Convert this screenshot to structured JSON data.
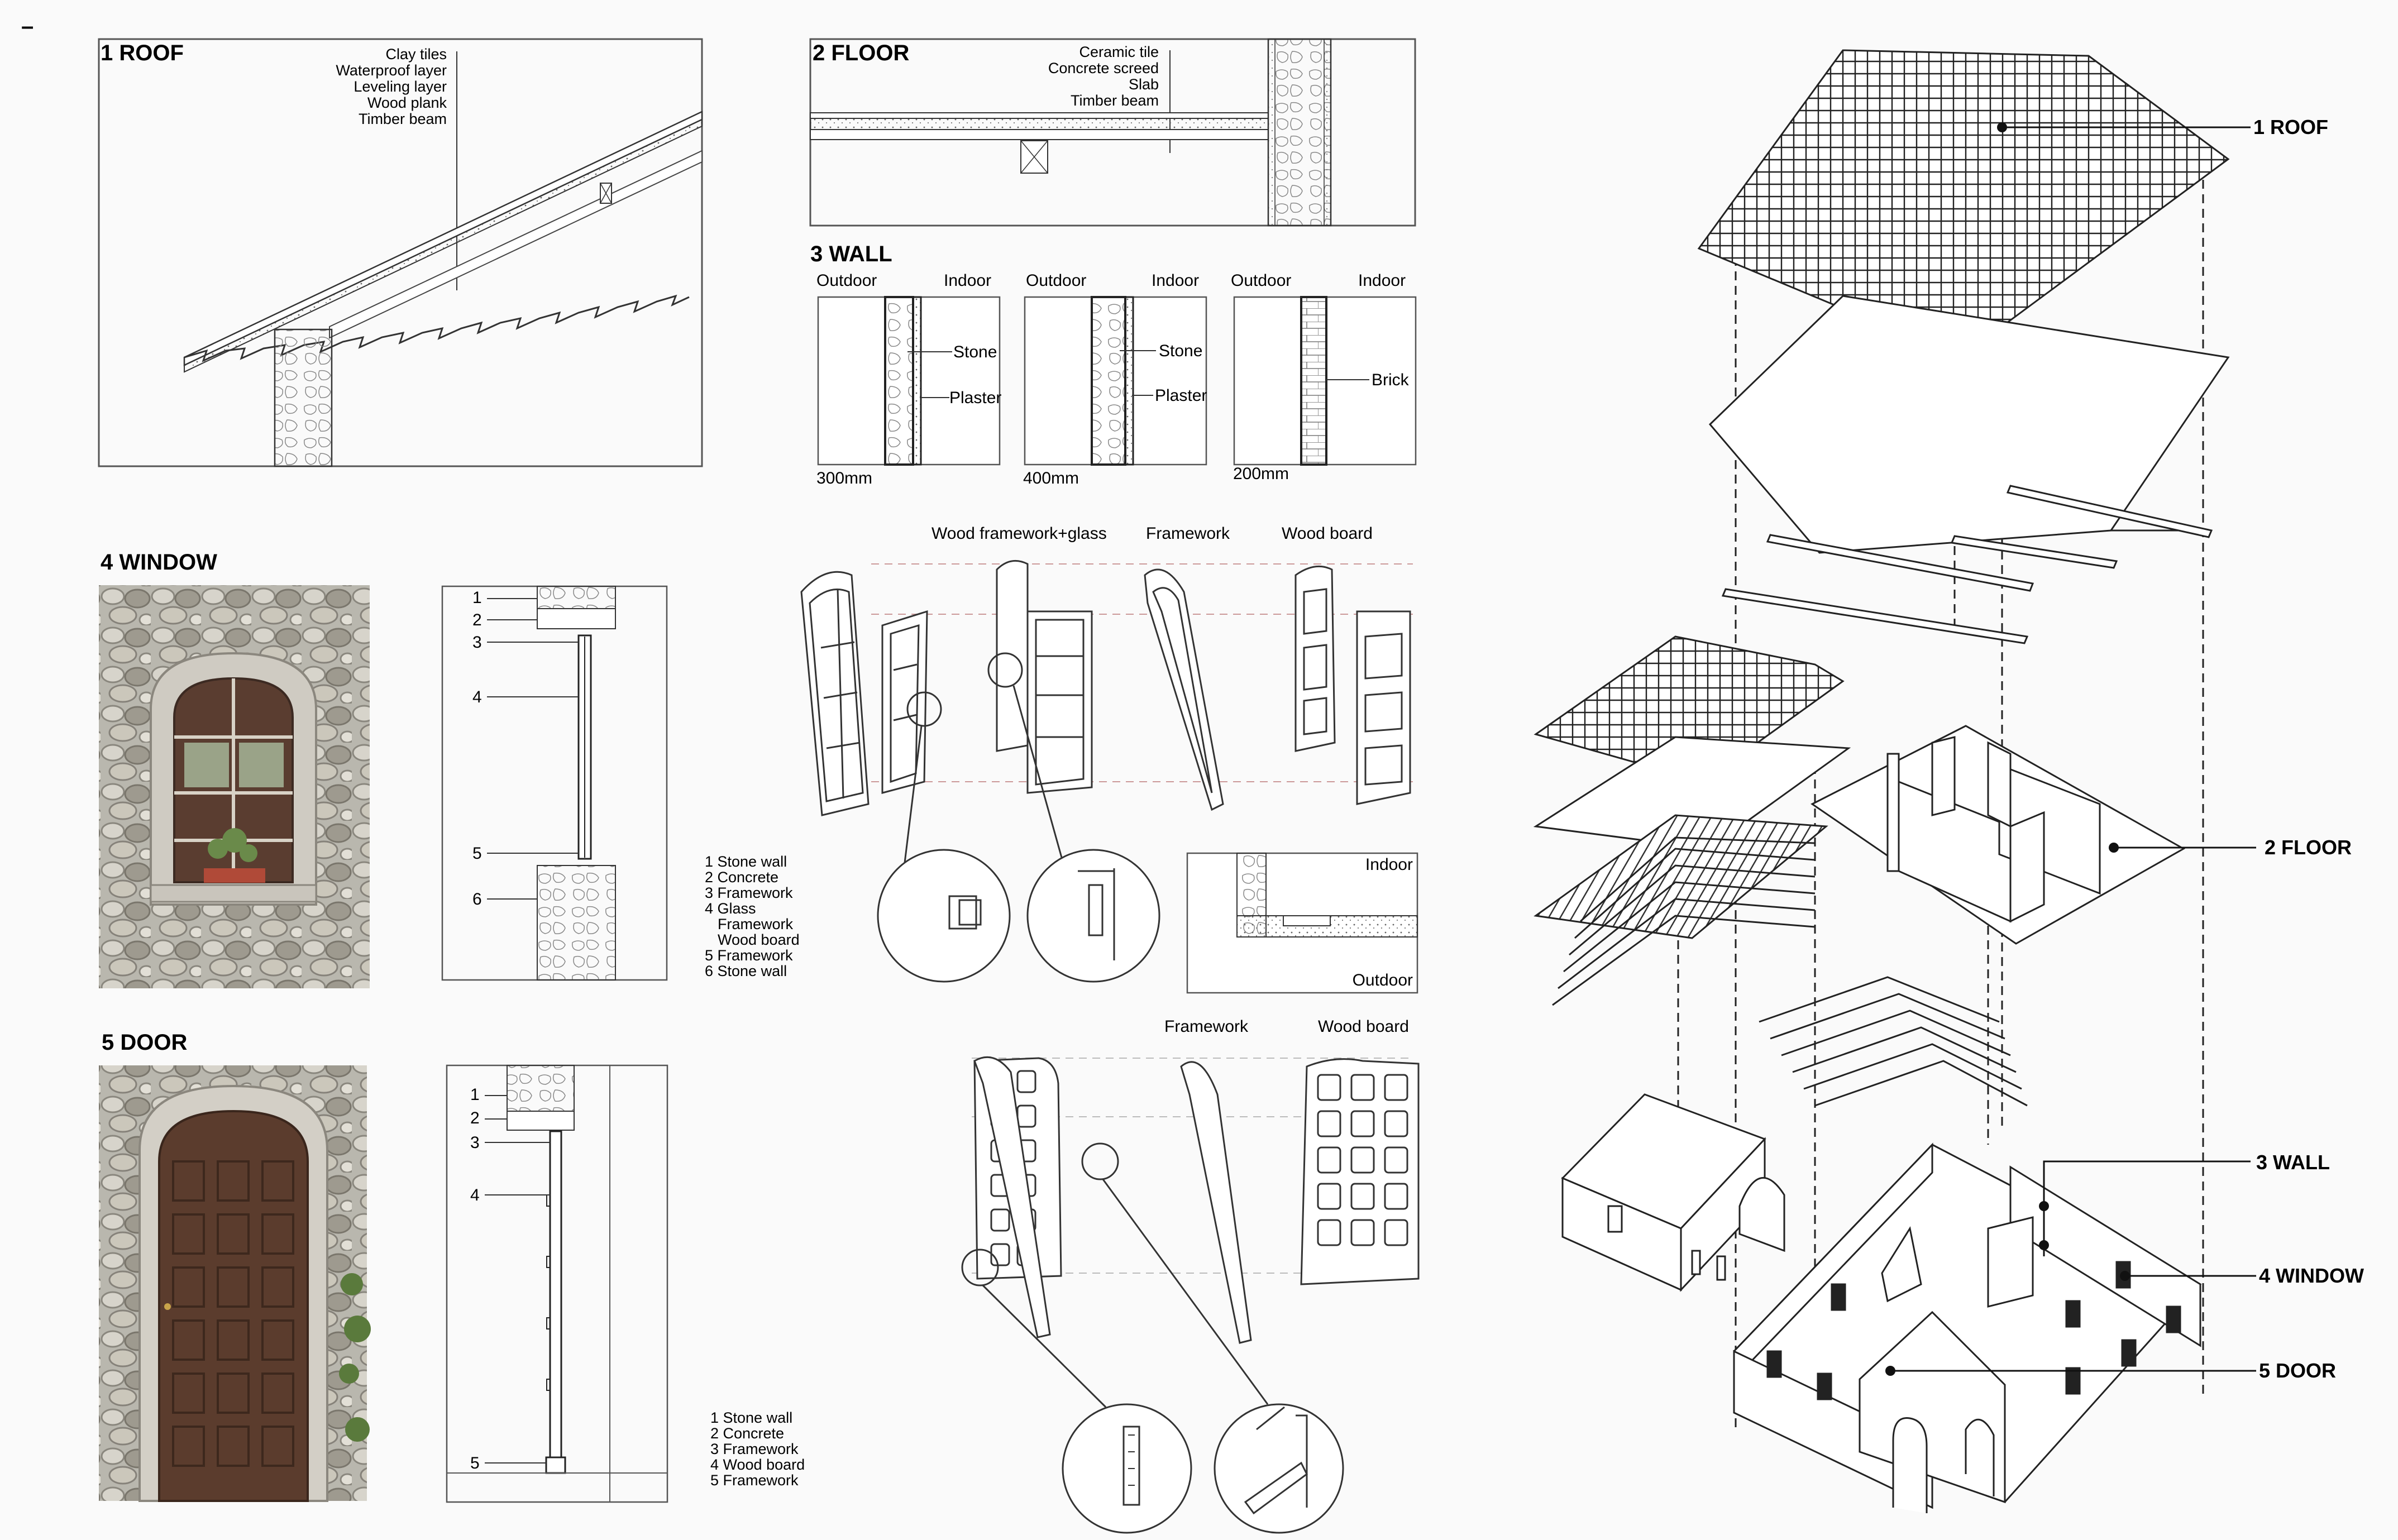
{
  "roof": {
    "title": "1 ROOF",
    "layers": [
      "Clay tiles",
      "Waterproof layer",
      "Leveling layer",
      "Wood plank",
      "Timber beam"
    ]
  },
  "floor": {
    "title": "2 FLOOR",
    "layers": [
      "Ceramic tile",
      "Concrete screed",
      "Slab",
      "Timber beam"
    ]
  },
  "wall": {
    "title": "3 WALL",
    "panels": [
      {
        "outdoor": "Outdoor",
        "indoor": "Indoor",
        "labels": [
          "Stone",
          "Plaster"
        ],
        "thickness": "300mm"
      },
      {
        "outdoor": "Outdoor",
        "indoor": "Indoor",
        "labels": [
          "Stone",
          "Plaster"
        ],
        "thickness": "400mm"
      },
      {
        "outdoor": "Outdoor",
        "indoor": "Indoor",
        "labels": [
          "Brick"
        ],
        "thickness": "200mm"
      }
    ]
  },
  "window": {
    "title": "4 WINDOW",
    "section_numbers": [
      "1",
      "2",
      "3",
      "4",
      "5",
      "6"
    ],
    "legend": [
      "1 Stone wall",
      "2 Concrete",
      "3 Framework",
      "4 Glass",
      "   Framework",
      "   Wood board",
      "5 Framework",
      "6 Stone wall"
    ],
    "parts": [
      "Wood framework+glass",
      "Framework",
      "Wood board"
    ],
    "detail_indoor": "Indoor",
    "detail_outdoor": "Outdoor"
  },
  "door": {
    "title": "5 DOOR",
    "section_numbers": [
      "1",
      "2",
      "3",
      "4",
      "5"
    ],
    "legend": [
      "1 Stone wall",
      "2 Concrete",
      "3 Framework",
      "4 Wood board",
      "5 Framework"
    ],
    "parts": [
      "Framework",
      "Wood board"
    ]
  },
  "axo": {
    "callouts": [
      "1 ROOF",
      "2 FLOOR",
      "3 WALL",
      "4 WINDOW",
      "5 DOOR"
    ]
  },
  "corner_mark": "–"
}
